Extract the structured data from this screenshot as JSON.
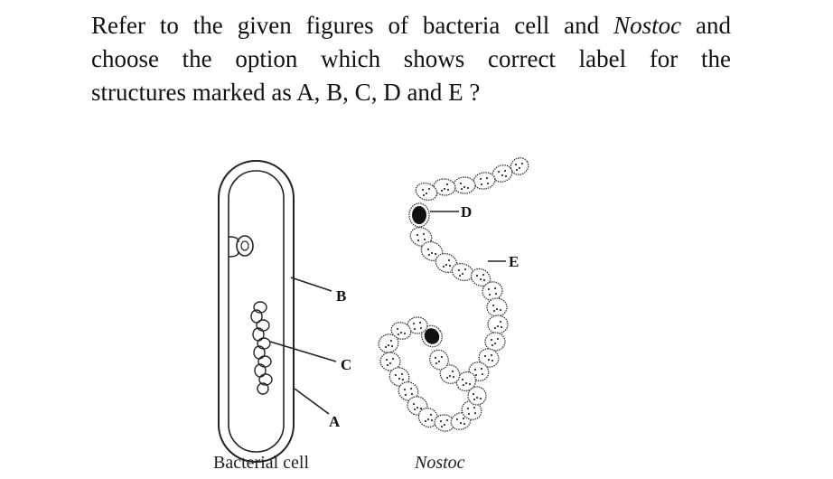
{
  "question": {
    "line1_pre": "Refer to the given figures of bacteria cell and ",
    "line1_italic": "Nostoc",
    "line1_post": " and",
    "line2": "choose the option which shows correct label for the",
    "line3": "structures marked as A, B, C, D and E ?"
  },
  "figures": {
    "bacterial_cell": {
      "caption": "Bacterial cell",
      "markers": {
        "a": "A",
        "b": "B",
        "c": "C"
      }
    },
    "nostoc": {
      "caption": "Nostoc",
      "markers": {
        "d": "D",
        "e": "E"
      }
    }
  }
}
